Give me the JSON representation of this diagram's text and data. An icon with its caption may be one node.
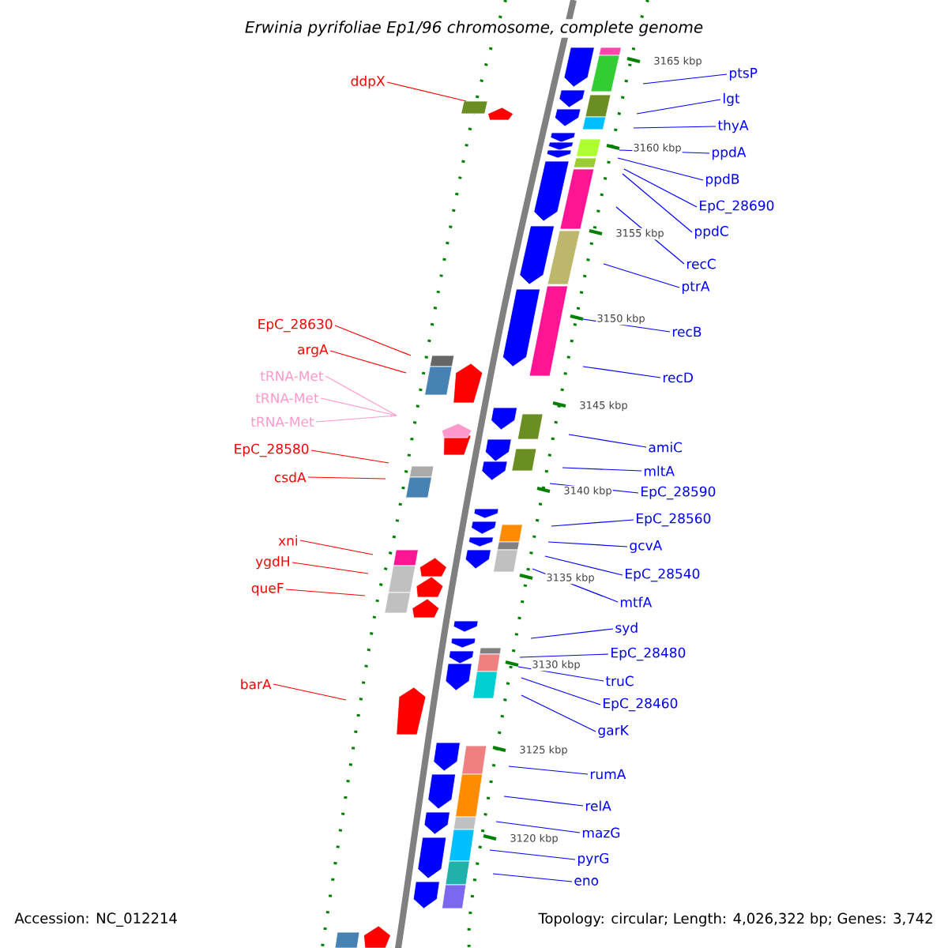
{
  "diagram": {
    "title": "Erwinia pyrifoliae Ep1/96 chromosome, complete genome",
    "nodes": [
      {
        "text": [
          "ptsP"
        ]
      },
      {
        "text": [
          "ddpX"
        ]
      },
      {
        "text": [
          "lgt"
        ]
      },
      {
        "text": [
          "thyA"
        ]
      },
      {
        "text": [
          "ppdA"
        ]
      },
      {
        "text": [
          "ppdB"
        ]
      },
      {
        "text": [
          "EpC_28690"
        ]
      },
      {
        "text": [
          "ppdC"
        ]
      },
      {
        "text": [
          "recC"
        ]
      },
      {
        "text": [
          "ptrA"
        ]
      },
      {
        "text": [
          "EpC_28630"
        ]
      },
      {
        "text": [
          "recB"
        ]
      },
      {
        "text": [
          "argA"
        ]
      },
      {
        "text": [
          "tRNA-Met"
        ]
      },
      {
        "text": [
          "recD"
        ]
      },
      {
        "text": [
          "tRNA-Met"
        ]
      },
      {
        "text": [
          "tRNA-Met"
        ]
      },
      {
        "text": [
          "amiC"
        ]
      },
      {
        "text": [
          "EpC_28580"
        ]
      },
      {
        "text": [
          "mltA"
        ]
      },
      {
        "text": [
          "csdA"
        ]
      },
      {
        "text": [
          "EpC_28590"
        ]
      },
      {
        "text": [
          "EpC_28560"
        ]
      },
      {
        "text": [
          "xni"
        ]
      },
      {
        "text": [
          "gcvA"
        ]
      },
      {
        "text": [
          "ygdH"
        ]
      },
      {
        "text": [
          "EpC_28540"
        ]
      },
      {
        "text": [
          "queF"
        ]
      },
      {
        "text": [
          "mtfA"
        ]
      },
      {
        "text": [
          "syd"
        ]
      },
      {
        "text": [
          "EpC_28480"
        ]
      },
      {
        "text": [
          "truC"
        ]
      },
      {
        "text": [
          "barA"
        ]
      },
      {
        "text": [
          "EpC_28460"
        ]
      },
      {
        "text": [
          "garK"
        ]
      },
      {
        "text": [
          "rumA"
        ]
      },
      {
        "text": [
          "relA"
        ]
      },
      {
        "text": [
          "mazG"
        ]
      },
      {
        "text": [
          "pyrG"
        ]
      },
      {
        "text": [
          "eno"
        ]
      }
    ],
    "edges": [
      {
        "from": 0,
        "to": null,
        "arrow": "none"
      },
      {
        "from": 1,
        "to": null,
        "arrow": "none",
        "color": "#ff0000"
      },
      {
        "from": 2,
        "to": null,
        "arrow": "none"
      },
      {
        "from": 3,
        "to": null,
        "arrow": "none"
      },
      {
        "from": 4,
        "to": null,
        "arrow": "none"
      },
      {
        "from": 5,
        "to": null,
        "arrow": "none"
      },
      {
        "from": 6,
        "to": null,
        "arrow": "none"
      },
      {
        "from": 7,
        "to": null,
        "arrow": "none"
      },
      {
        "from": 8,
        "to": null,
        "arrow": "none"
      },
      {
        "from": 9,
        "to": null,
        "arrow": "none"
      },
      {
        "from": 10,
        "to": null,
        "arrow": "none",
        "color": "#ff0000"
      },
      {
        "from": 11,
        "to": null,
        "arrow": "none"
      },
      {
        "from": 12,
        "to": null,
        "arrow": "none",
        "color": "#ff0000"
      },
      {
        "from": 13,
        "to": null,
        "arrow": "none",
        "color": "#ff99cc"
      },
      {
        "from": 14,
        "to": null,
        "arrow": "none"
      },
      {
        "from": 15,
        "to": null,
        "arrow": "none",
        "color": "#ff99cc"
      },
      {
        "from": 16,
        "to": null,
        "arrow": "none",
        "color": "#ff99cc"
      },
      {
        "from": 17,
        "to": null,
        "arrow": "none"
      },
      {
        "from": 18,
        "to": null,
        "arrow": "none",
        "color": "#ff0000"
      },
      {
        "from": 19,
        "to": null,
        "arrow": "none"
      },
      {
        "from": 20,
        "to": null,
        "arrow": "none",
        "color": "#ff0000"
      },
      {
        "from": 21,
        "to": null,
        "arrow": "none"
      },
      {
        "from": 22,
        "to": null,
        "arrow": "none"
      },
      {
        "from": 23,
        "to": null,
        "arrow": "none",
        "color": "#ff0000"
      },
      {
        "from": 24,
        "to": null,
        "arrow": "none"
      },
      {
        "from": 25,
        "to": null,
        "arrow": "none",
        "color": "#ff0000"
      },
      {
        "from": 26,
        "to": null,
        "arrow": "none"
      },
      {
        "from": 27,
        "to": null,
        "arrow": "none",
        "color": "#ff0000"
      },
      {
        "from": 28,
        "to": null,
        "arrow": "none"
      },
      {
        "from": 29,
        "to": null,
        "arrow": "none"
      },
      {
        "from": 30,
        "to": null,
        "arrow": "none"
      },
      {
        "from": 31,
        "to": null,
        "arrow": "none"
      },
      {
        "from": 32,
        "to": null,
        "arrow": "none",
        "color": "#ff0000"
      },
      {
        "from": 33,
        "to": null,
        "arrow": "none"
      },
      {
        "from": 34,
        "to": null,
        "arrow": "none"
      },
      {
        "from": 35,
        "to": null,
        "arrow": "none"
      },
      {
        "from": 36,
        "to": null,
        "arrow": "none"
      },
      {
        "from": 37,
        "to": null,
        "arrow": "none"
      },
      {
        "from": 38,
        "to": null,
        "arrow": "none"
      },
      {
        "from": 39,
        "to": null,
        "arrow": "none"
      }
    ],
    "labels": [
      "3165 kbp",
      "3160 kbp",
      "3155 kbp",
      "3150 kbp",
      "3145 kbp",
      "3140 kbp",
      "3135 kbp",
      "3130 kbp",
      "3125 kbp",
      "3120 kbp",
      "Accession: NC_012214",
      "Topology: circular; Length: 4,026,322 bp; Genes: 3,742"
    ]
  }
}
